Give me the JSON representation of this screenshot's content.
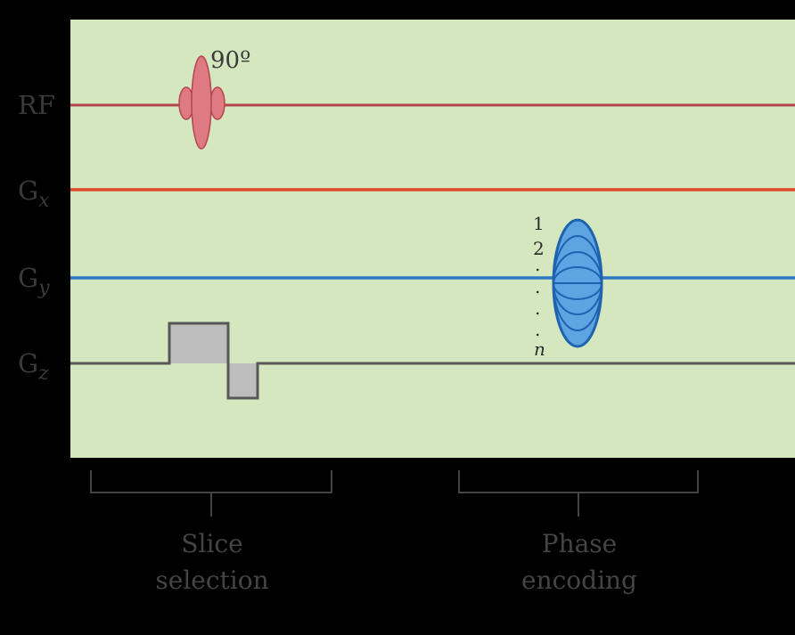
{
  "signal_labels": {
    "rf": "RF",
    "gx": {
      "main": "G",
      "sub": "x"
    },
    "gy": {
      "main": "G",
      "sub": "y"
    },
    "gz": {
      "main": "G",
      "sub": "z"
    }
  },
  "rf_pulse": {
    "flip_angle_label": "90º"
  },
  "phase_steps": {
    "first": "1",
    "second": "2",
    "dots": ".",
    "last": "n"
  },
  "brackets": {
    "slice": {
      "line1": "Slice",
      "line2": "selection"
    },
    "phase": {
      "line1": "Phase",
      "line2": "encoding"
    }
  },
  "colors": {
    "panel_background": "#d5e7bf",
    "rf_line": "#b54550",
    "rf_pulse_fill": "#dd7a82",
    "gx_line": "#e04828",
    "gy_line": "#2c78c2",
    "gy_pulse_fill": "#5ea4e3",
    "gz_line": "#575757",
    "gz_pulse_fill": "#bdbdbd"
  }
}
